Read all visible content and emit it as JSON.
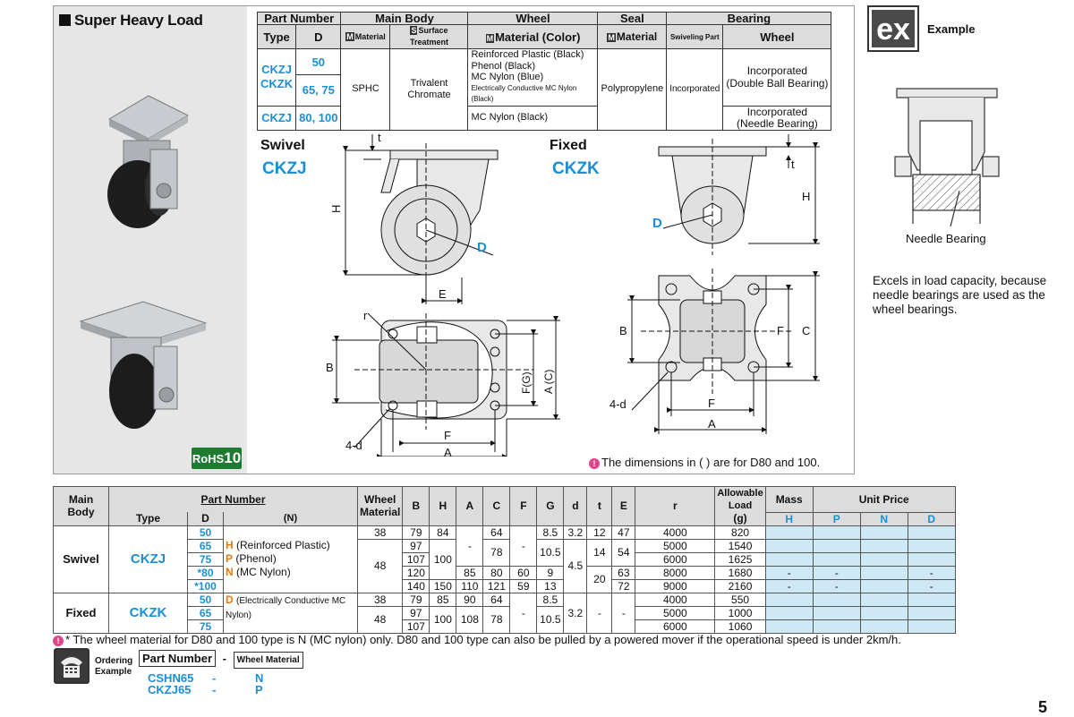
{
  "header": {
    "title": "Super Heavy Load"
  },
  "spec": {
    "h_part_number": "Part Number",
    "h_main_body": "Main Body",
    "h_wheel": "Wheel",
    "h_seal": "Seal",
    "h_bearing": "Bearing",
    "h_type": "Type",
    "h_d": "D",
    "h_body_material": "Material",
    "h_surface": "Surface Treatment",
    "h_wheel_material": "Material (Color)",
    "h_seal_material": "Material",
    "h_swiveling": "Swiveling Part",
    "h_bearing_wheel": "Wheel",
    "mk_m": "M",
    "mk_s": "S",
    "types": [
      "CKZJ",
      "CKZK",
      "CKZJ"
    ],
    "d_values": [
      "50",
      "65, 75",
      "80, 100"
    ],
    "material": "SPHC",
    "surface": "Trivalent Chromate",
    "wheel_mats": [
      "Reinforced Plastic (Black)",
      "Phenol (Black)",
      "MC Nylon (Blue)",
      "Electrically Conductive MC Nylon (Black)",
      "MC Nylon (Black)"
    ],
    "seal": "Polypropylene",
    "swiveling": "Incorporated",
    "bearing1a": "Incorporated",
    "bearing1b": "(Double Ball Bearing)",
    "bearing2a": "Incorporated",
    "bearing2b": "(Needle Bearing)"
  },
  "drawings": {
    "swivel_label": "Swivel",
    "swivel_code": "CKZJ",
    "fixed_label": "Fixed",
    "fixed_code": "CKZK",
    "dim_note": "The dimensions in ( ) are for D80 and 100.",
    "labels": {
      "t": "t",
      "H": "H",
      "D": "D",
      "E": "E",
      "r": "r",
      "B": "B",
      "FG": "F(G)",
      "AC": "A (C)",
      "fourd": "4-d",
      "F": "F",
      "A": "A",
      "C": "C"
    }
  },
  "example": {
    "badge": "ex",
    "label": "Example",
    "needle_label": "Needle Bearing",
    "excels": "Excels in load capacity, because needle bearings are used as the wheel bearings."
  },
  "rohs": {
    "text": "RoHS",
    "num": "10"
  },
  "table": {
    "headers": {
      "main_body": "Main Body",
      "part_number": "Part Number",
      "type": "Type",
      "d": "D",
      "wheel_material": "Wheel Material",
      "B": "B",
      "H": "H",
      "A": "A",
      "C": "C",
      "F": "F",
      "G": "G",
      "dd": "d",
      "t": "t",
      "E": "E",
      "r": "r",
      "allow": "Allowable Load",
      "allow_unit": "(N)",
      "mass": "Mass",
      "mass_unit": "(g)",
      "unit_price": "Unit Price",
      "pH": "H",
      "pP": "P",
      "pN": "N",
      "pD": "D"
    },
    "swivel": "Swivel",
    "fixed": "Fixed",
    "ckzj": "CKZJ",
    "ckzk": "CKZK",
    "wm": [
      {
        "code": "H",
        "desc": "(Reinforced Plastic)"
      },
      {
        "code": "P",
        "desc": "(Phenol)"
      },
      {
        "code": "N",
        "desc": "(MC Nylon)"
      },
      {
        "code": "D",
        "desc": "(Electrically Conductive MC Nylon)"
      }
    ],
    "rows": [
      {
        "D": "50",
        "B": "38",
        "H": "79",
        "A": "84",
        "C": "",
        "F": "64",
        "G": "",
        "d": "8.5",
        "t": "3.2",
        "E": "12",
        "r": "47",
        "N": "4000",
        "g": "820"
      },
      {
        "D": "65",
        "H": "97",
        "N": "5000",
        "g": "1540"
      },
      {
        "D": "75",
        "H": "107",
        "N": "6000",
        "g": "1625"
      },
      {
        "D": "*80",
        "H": "120",
        "C": "85",
        "F": "80",
        "G": "60",
        "d": "9",
        "r": "63",
        "N": "8000",
        "g": "1680"
      },
      {
        "D": "*100",
        "H": "140",
        "A": "150",
        "C": "110",
        "F": "121",
        "G": "59",
        "d": "13",
        "r": "72",
        "N": "9000",
        "g": "2160"
      },
      {
        "D": "50",
        "B": "38",
        "H": "79",
        "A": "85",
        "C": "90",
        "F": "64",
        "d": "8.5",
        "N": "4000",
        "g": "550"
      },
      {
        "D": "65",
        "H": "97",
        "N": "5000",
        "g": "1000"
      },
      {
        "D": "75",
        "H": "107",
        "N": "6000",
        "g": "1060"
      }
    ],
    "merged": {
      "B48": "48",
      "A100": "100",
      "dash": "-",
      "F78": "78",
      "d105": "10.5",
      "t45": "4.5",
      "E14": "14",
      "r54": "54",
      "E20": "20",
      "B48f": "48",
      "A100f": "100",
      "C108": "108",
      "F78f": "78",
      "d105f": "10.5",
      "t32f": "3.2"
    }
  },
  "footnote": "* The wheel material for D80 and 100 type is N (MC nylon) only. D80 and 100 type can also be pulled by a powered mover if the operational speed is under 2km/h.",
  "ordering": {
    "label1": "Ordering",
    "label2": "Example",
    "part_number": "Part Number",
    "sep": "-",
    "wheel_material": "Wheel Material",
    "ex1_pn": "CSHN65",
    "ex1_wm": "N",
    "ex2_pn": "CKZJ65",
    "ex2_wm": "P"
  },
  "page_mark": "5"
}
